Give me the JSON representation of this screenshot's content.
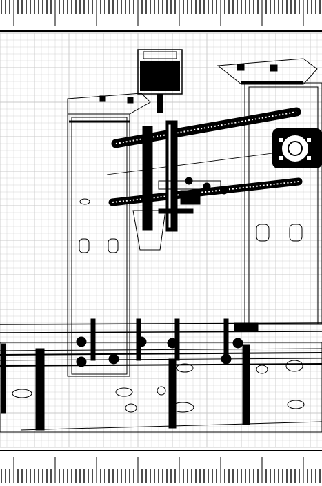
{
  "view": "wireframe-cad-drawing",
  "background_color": "#ffffff",
  "line_color": "#000000",
  "grid_color": "#c8c8c8",
  "grid": true,
  "components": [
    "stepper-motor-top",
    "stepper-motor-side",
    "left-tower",
    "right-tower",
    "top-rod",
    "middle-rod",
    "carriage",
    "base-frame"
  ]
}
